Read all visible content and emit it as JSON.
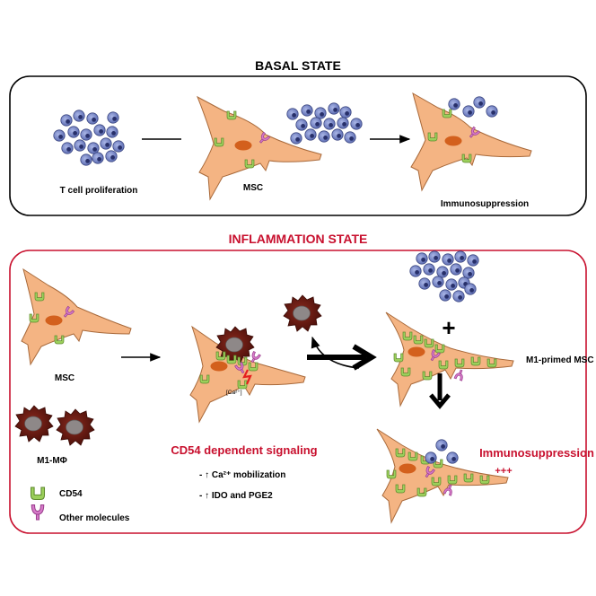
{
  "colors": {
    "red": "#c8102e",
    "cell_fill": "#f4b483",
    "cell_stroke": "#a8693a",
    "nucleus": "#d3601d",
    "tcell": "#7d8cc9",
    "macrophage": "#6b1a12",
    "cd54": "#9bcf5b",
    "other": "#d77ac9"
  },
  "basal": {
    "title": "BASAL STATE",
    "tcell_label": "T cell proliferation",
    "msc_label": "MSC",
    "result_label": "Immunosuppression"
  },
  "inflammation": {
    "title": "INFLAMMATION STATE",
    "msc_label": "MSC",
    "macrophage_label": "M1-MΦ",
    "calcium_label": "[Ca²⁺]",
    "signaling_title": "CD54 dependent signaling",
    "bullets": [
      "- ↑ Ca²⁺ mobilization",
      "- ↑ IDO and PGE2"
    ],
    "plus": "+",
    "primed_label": "M1-primed MSC",
    "result_label": "Immunosuppression",
    "result_strength": "+++"
  },
  "legend": [
    {
      "icon": "cd54",
      "label": "CD54"
    },
    {
      "icon": "other",
      "label": "Other molecules"
    }
  ]
}
